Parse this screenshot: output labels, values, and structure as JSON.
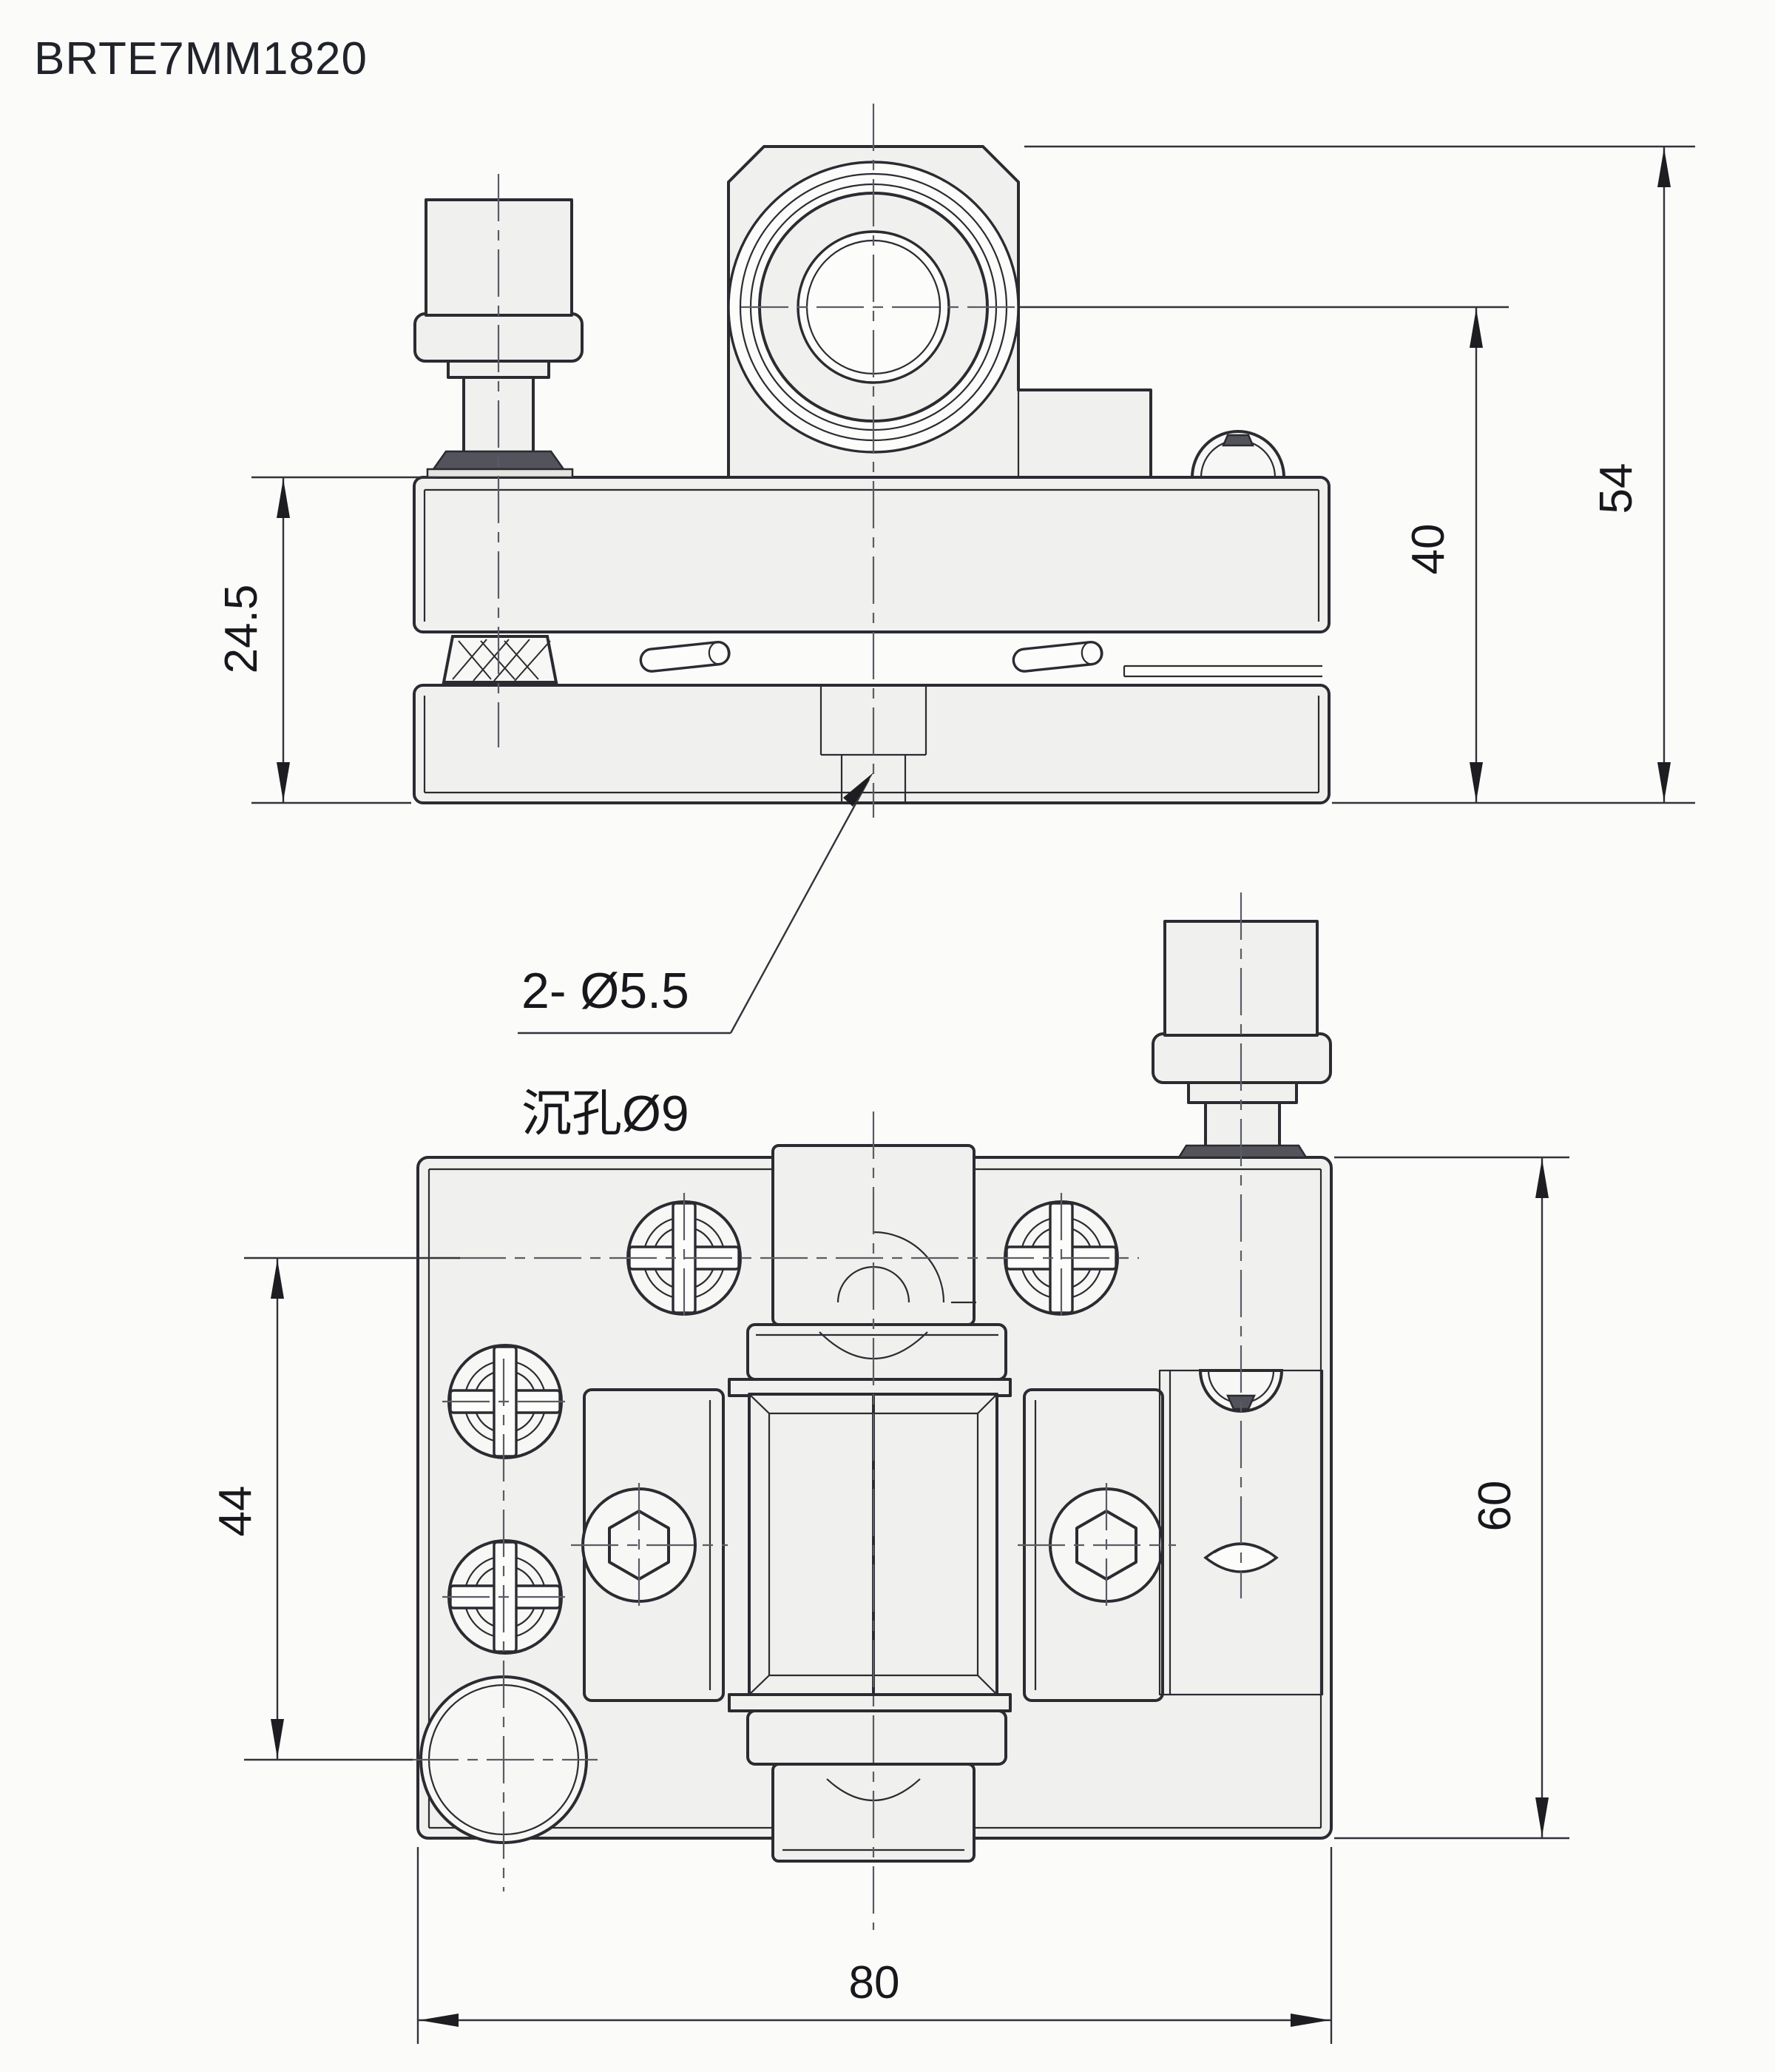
{
  "title": "BRTE7MM1820",
  "colors": {
    "line": "#2b2b31",
    "part_fill": "#f0f0ee",
    "dark_fill": "#53535b",
    "background": "#fbfbfa"
  },
  "front_view": {
    "dim_carriage_height": "24.5",
    "dim_center_height": "40",
    "dim_total_height": "54",
    "hole_note_line1": "2- Ø5.5",
    "hole_note_line2": "沉孔Ø9"
  },
  "plan_view": {
    "dim_hole_pattern": "44",
    "dim_depth": "60",
    "dim_width": "80"
  }
}
